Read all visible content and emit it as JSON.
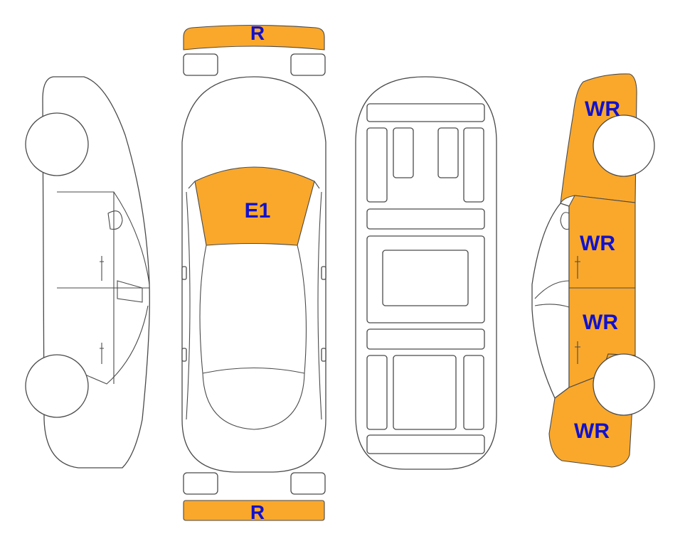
{
  "colors": {
    "damage_fill": "#F9A82C",
    "label_text": "#1111CC",
    "outline": "#4a4a4a",
    "background": "#ffffff"
  },
  "labels": {
    "front_bumper": "R",
    "windshield": "E1",
    "rear_bumper": "R",
    "right_front_fender": "WR",
    "right_front_door": "WR",
    "right_rear_door": "WR",
    "right_rear_quarter": "WR"
  }
}
